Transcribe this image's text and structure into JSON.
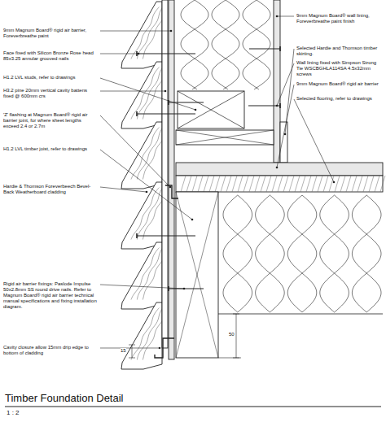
{
  "diagram": {
    "title": "Timber Foundation Detail",
    "labels": [
      "9mm Magnum Board® rigid air barrier, Foreverbreathe paint",
      "Face fixed with Silicon Bronze Rose head 85x3.25 annular grooved nails",
      "H1.2 LVL studs, refer to drawings",
      "H3.2 pine 20mm vertical cavity battens fixed @ 600mm crs",
      "'Z' flashing at Magnum Board® rigid air barrier joint, for where sheet lengths exceed 2.4 or 2.7m",
      "H1.2 LVL timber joist, refer to drawings",
      "Hardie & Thomson Foreverbeech Bevel-Back Weatherboard cladding",
      "Rigid air barrier fixings: Paslode Impulse 50x2.8mm SS round drive nails. Refer to Magnum Board® rigid air barrier technical manual specifications and fixing installation diagram.",
      "Cavity closure allow 15mm drip edge to bottom of cladding",
      "9mm Magnum Board® wall lining, Foreverbreathe paint finish",
      "Selected Hardie and Thomson timber skirting.",
      "Wall lining fixed with Simpson Strong Tie WSCBGHLA114SA 4.5x32mm screws",
      "9mm Magnum Board® rigid air barrier",
      "Selected flooring, refer to drawings",
      "15",
      "50",
      "1 : 2"
    ]
  }
}
